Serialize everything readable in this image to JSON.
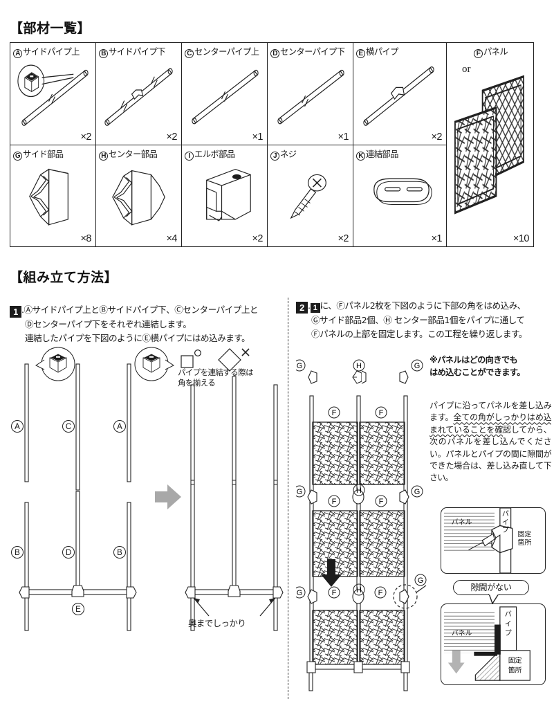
{
  "sections": {
    "parts_title": "【部材一覧】",
    "assembly_title": "【組み立て方法】"
  },
  "parts": [
    {
      "id": "A",
      "name": "サイドパイプ上",
      "qty": "×2",
      "art": "pipe-top-cap"
    },
    {
      "id": "B",
      "name": "サイドパイプ下",
      "qty": "×2",
      "art": "pipe-joint"
    },
    {
      "id": "C",
      "name": "センターパイプ上",
      "qty": "×1",
      "art": "pipe-plain"
    },
    {
      "id": "D",
      "name": "センターパイプ下",
      "qty": "×1",
      "art": "pipe-plain"
    },
    {
      "id": "E",
      "name": "横パイプ",
      "qty": "×2",
      "art": "pipe-tee"
    },
    {
      "id": "F",
      "name": "パネル",
      "qty": "×10",
      "art": "panels-pair",
      "or_label": "or"
    },
    {
      "id": "G",
      "name": "サイド部品",
      "qty": "×8",
      "art": "side-fitting"
    },
    {
      "id": "H",
      "name": "センター部品",
      "qty": "×4",
      "art": "center-fitting"
    },
    {
      "id": "I",
      "name": "エルボ部品",
      "qty": "×2",
      "art": "elbow-fitting"
    },
    {
      "id": "J",
      "name": "ネジ",
      "qty": "×2",
      "art": "screw"
    },
    {
      "id": "K",
      "name": "連結部品",
      "qty": "×1",
      "art": "connector-plate"
    }
  ],
  "steps": {
    "step1": {
      "number": "1",
      "line1": "Ⓐサイドパイプ上とⒷサイドパイプ下、Ⓒセンターパイプ上と",
      "line2": "Ⓓセンターパイプ下をそれぞれ連結します。",
      "line3": "連結したパイプを下図のようにⒺ横パイプにはめ込みます。"
    },
    "step2": {
      "number": "2",
      "ref_number": "1",
      "line1": "に、Ⓕパネル2枚を下図のように下部の角をはめ込み、",
      "line2": "Ⓖサイド部品2個、Ⓗ センター部品1個をパイプに通して",
      "line3": "Ⓕパネルの上部を固定します。この工程を繰り返します。"
    }
  },
  "figure1": {
    "corner_note_line1": "パイプを連結する際は",
    "corner_note_line2": "角を揃える",
    "ok_marker": "○",
    "ng_marker": "×",
    "bottom_note": "奥までしっかり",
    "labels": [
      "Ⓐ",
      "Ⓒ",
      "Ⓐ",
      "Ⓑ",
      "Ⓓ",
      "Ⓑ",
      "Ⓔ"
    ]
  },
  "figure2": {
    "labels_top": [
      "Ⓖ",
      "Ⓗ",
      "Ⓖ"
    ],
    "labels_mid": [
      "Ⓖ",
      "Ⓗ",
      "Ⓖ"
    ],
    "labels_bottom": [
      "Ⓖ",
      "Ⓗ",
      "Ⓖ"
    ],
    "panel_labels": [
      "Ⓕ",
      "Ⓕ",
      "Ⓕ",
      "Ⓕ",
      "Ⓕ",
      "Ⓕ"
    ]
  },
  "notes": {
    "warning_line1": "※パネルはどの向きでも",
    "warning_line2": "はめ込むことができます。",
    "body_part1": "パイプに沿ってパネルを差し込みます。",
    "body_underlined": "全ての角がしっかりはめ込まれていることを確",
    "body_part2": "認してから、次のパネルを差し込んでください。パネルとパイプの間に隙間ができた場合は、差し込み直して下さい。"
  },
  "details": {
    "gap_badge": "隙間がない",
    "detail1": {
      "panel_label": "パネル",
      "pipe_label": "パイプ",
      "fix_label_line1": "固定",
      "fix_label_line2": "箇所"
    },
    "detail2": {
      "panel_label": "パネル",
      "pipe_label": "パイプ",
      "fix_label_line1": "固定",
      "fix_label_line2": "箇所"
    }
  },
  "colors": {
    "ink": "#1a1a1a",
    "line": "#222222",
    "arrow_gray": "#a8a8a8",
    "panel_fill": "#ffffff",
    "hatch": "#555555"
  }
}
